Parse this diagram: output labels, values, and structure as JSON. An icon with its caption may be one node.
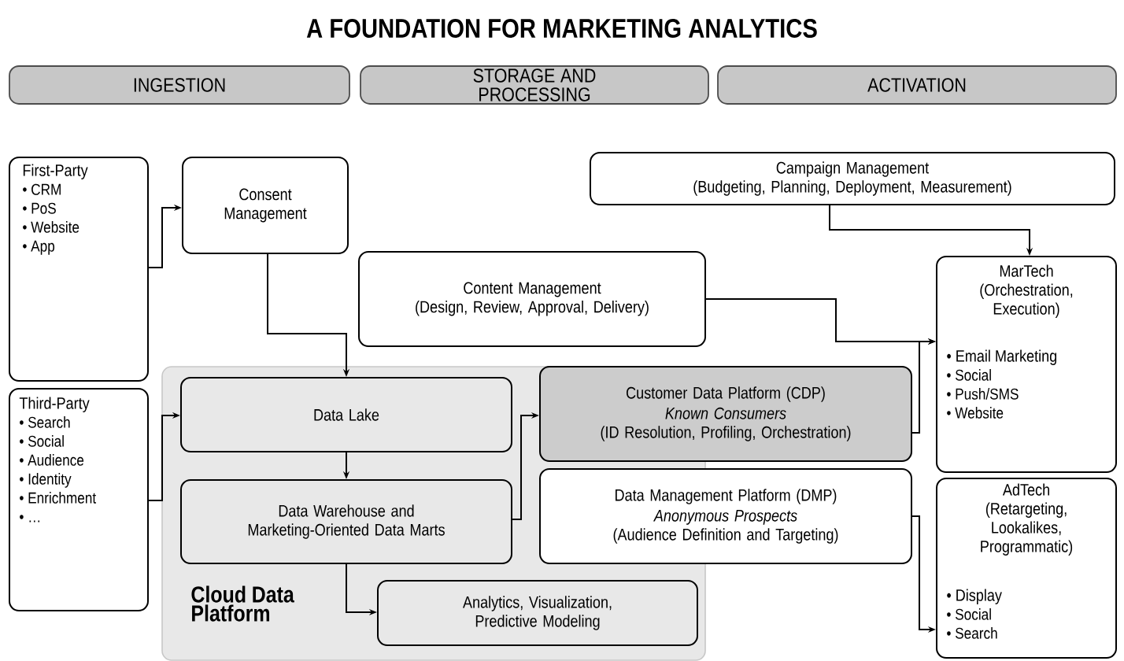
{
  "diagram": {
    "title": "A FOUNDATION FOR MARKETING ANALYTICS",
    "nodes": [
      {
        "text": [
          "INGESTION"
        ]
      },
      {
        "text": [
          "STORAGE AND PROCESSING"
        ]
      },
      {
        "text": [
          "ACTIVATION"
        ]
      },
      {
        "text": [
          "First-Party",
          "• CRM",
          "• PoS",
          "• Website",
          "• App"
        ]
      },
      {
        "text": [
          "Consent Management"
        ]
      },
      {
        "text": [
          "Third-Party",
          "• Search",
          "• Social",
          "• Audience",
          "• Identity",
          "• Enrichment",
          "• …"
        ]
      },
      {
        "text": [
          "Cloud Data Platform"
        ]
      },
      {
        "text": [
          "Data Lake"
        ],
        "in": 6
      },
      {
        "text": [
          "Data Warehouse and Marketing-Oriented Data Marts"
        ],
        "in": 6
      },
      {
        "text": [
          "Analytics, Visualization, Predictive Modeling"
        ],
        "in": 6
      },
      {
        "text": [
          "Campaign Management",
          "(Budgeting, Planning, Deployment, Measurement)"
        ]
      },
      {
        "text": [
          "Content Management",
          "(Design, Review, Approval, Delivery)"
        ]
      },
      {
        "text": [
          "Customer Data Platform (CDP)",
          "Known Consumers",
          "(ID Resolution, Profiling, Orchestration)"
        ]
      },
      {
        "text": [
          "Data Management Platform (DMP)",
          "Anonymous Prospects",
          "(Audience Definition and Targeting)"
        ]
      },
      {
        "text": [
          "MarTech",
          "(Orchestration, Execution)",
          "• Email Marketing",
          "• Social",
          "• Push/SMS",
          "• Website"
        ]
      },
      {
        "text": [
          "AdTech",
          "(Retargeting, Lookalikes, Programmatic)",
          "• Display",
          "• Social",
          "• Search"
        ]
      }
    ],
    "edges": [
      {
        "from": 3,
        "to": 4,
        "arrow": "to"
      },
      {
        "from": 4,
        "to": 7,
        "arrow": "to"
      },
      {
        "from": 5,
        "to": 7,
        "arrow": "to"
      },
      {
        "from": 7,
        "to": 8,
        "arrow": "to"
      },
      {
        "from": 8,
        "to": 12,
        "arrow": "to"
      },
      {
        "from": 8,
        "to": 9,
        "arrow": "to"
      },
      {
        "from": 10,
        "to": 14,
        "arrow": "to"
      },
      {
        "from": 11,
        "to": 14,
        "arrow": "to"
      },
      {
        "from": 12,
        "to": 14,
        "arrow": "to"
      },
      {
        "from": 13,
        "to": 15,
        "arrow": "to"
      }
    ]
  }
}
